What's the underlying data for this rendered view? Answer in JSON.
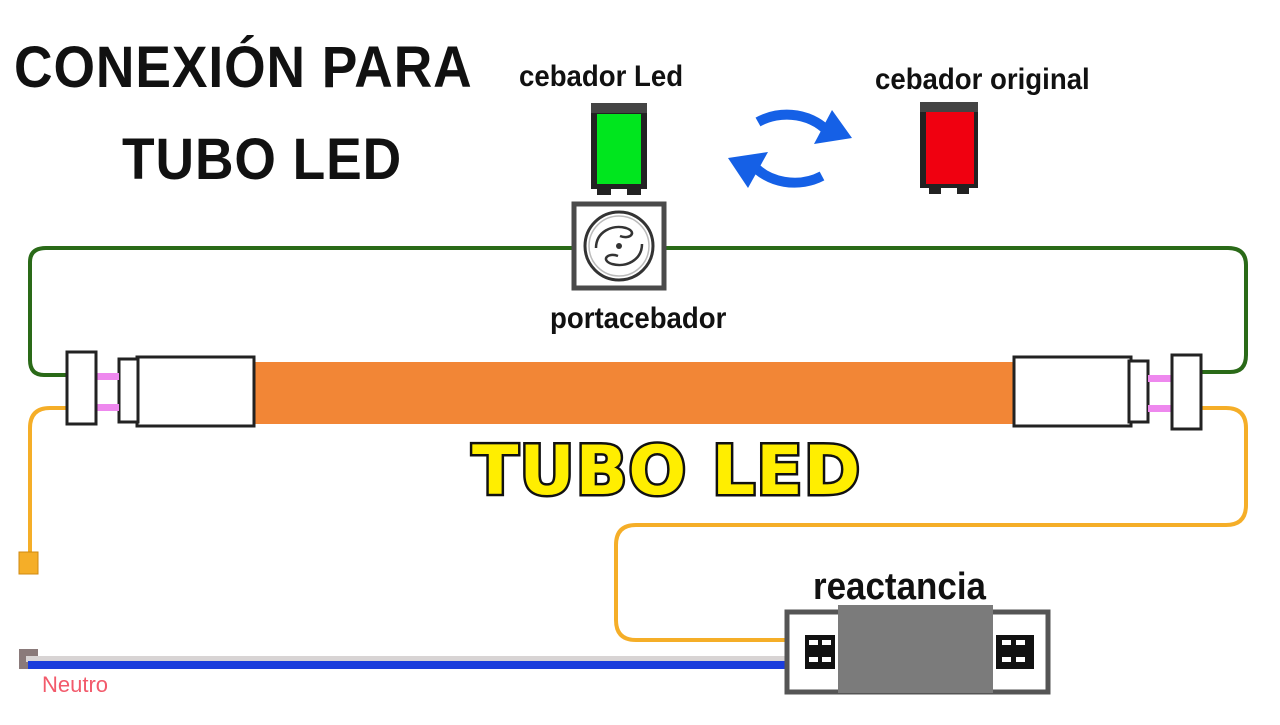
{
  "diagram": {
    "title_line1": "CONEXIÓN PARA",
    "title_line2": "TUBO LED",
    "starter_led_label": "cebador Led",
    "starter_original_label": "cebador original",
    "starter_holder_label": "portacebador",
    "tube_label": "TUBO LED",
    "ballast_label": "reactancia",
    "neutral_label": "Neutro"
  },
  "colors": {
    "starter_led": "#00e61e",
    "starter_original": "#f00010",
    "swap_arrows": "#1560e6",
    "tube_body": "#f28636",
    "wire_green": "#2a6a18",
    "wire_orange": "#f5ae28",
    "wire_neutral": "#1a3ddc",
    "pins": "#ee88ee",
    "ballast_body": "#7b7b7b",
    "tube_title_fill": "#ffee00"
  },
  "icons": [
    "swap-arrows-icon",
    "starter-holder-icon",
    "led-starter-icon",
    "original-starter-icon"
  ]
}
